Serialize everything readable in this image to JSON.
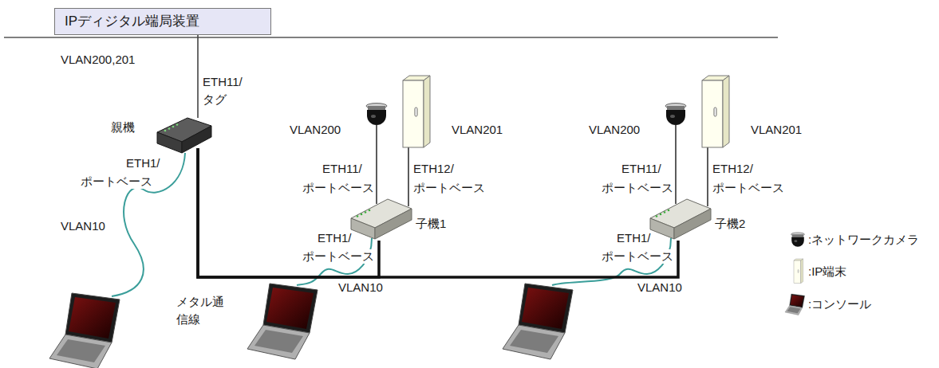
{
  "diagram": {
    "nodes": [
      {
        "text": [
          "IPディジタル端局装置"
        ]
      },
      {
        "text": [
          "親機"
        ]
      },
      {
        "text": [
          "子機1"
        ]
      },
      {
        "text": [
          "子機2"
        ]
      }
    ],
    "edges": [
      {
        "from": 0,
        "to": 1,
        "arrow": "none"
      },
      {
        "from": 1,
        "to": 2,
        "arrow": "none"
      },
      {
        "from": 1,
        "to": 3,
        "arrow": "none"
      }
    ],
    "labels": [
      "VLAN200,201",
      "ETH11/",
      "タグ",
      "ETH1/",
      "ポートベース",
      "VLAN10",
      "メタル通信線",
      "VLAN200",
      "VLAN201",
      "ETH11/",
      "ポートベース",
      "ETH12/",
      "ポートベース",
      "ETH1/",
      "ポートベース",
      "VLAN10",
      "VLAN200",
      "VLAN201",
      "ETH11/",
      "ポートベース",
      "ETH12/",
      "ポートベース",
      "ETH1/",
      "ポートベース",
      "VLAN10"
    ],
    "legend": [
      {
        "text": ":ネットワークカメラ"
      },
      {
        "text": ":IP端末"
      },
      {
        "text": ":コンソール"
      }
    ]
  }
}
